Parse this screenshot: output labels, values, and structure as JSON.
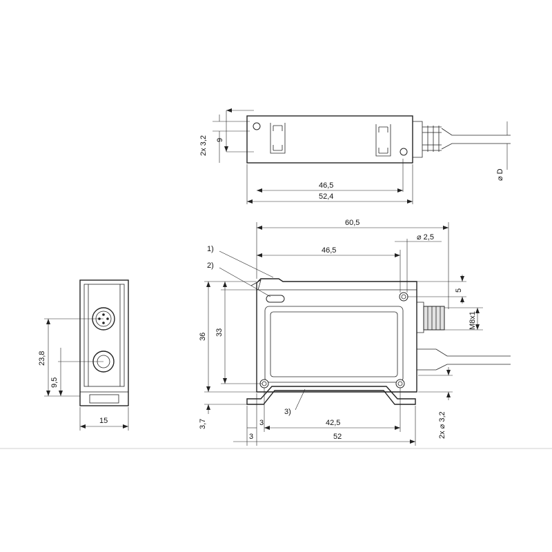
{
  "top_view": {
    "dim_2x32": "2x 3,2",
    "dim_9": "9",
    "dim_465": "46,5",
    "dim_524": "52,4",
    "dim_diaD": "⌀ D"
  },
  "end_view": {
    "dim_238": "23,8",
    "dim_95": "9,5",
    "dim_15": "15"
  },
  "front_view": {
    "dim_605": "60,5",
    "dim_dia25": "⌀ 2,5",
    "dim_465": "46,5",
    "dim_5": "5",
    "dim_m8": "M8x1",
    "dim_36": "36",
    "dim_33": "33",
    "dim_37": "3,7",
    "dim_3a": "3",
    "dim_425": "42,5",
    "dim_3b": "3",
    "dim_52": "52",
    "dim_2x32": "2x ⌀ 3,2",
    "callout_1": "1)",
    "callout_2": "2)",
    "callout_3": "3)"
  }
}
